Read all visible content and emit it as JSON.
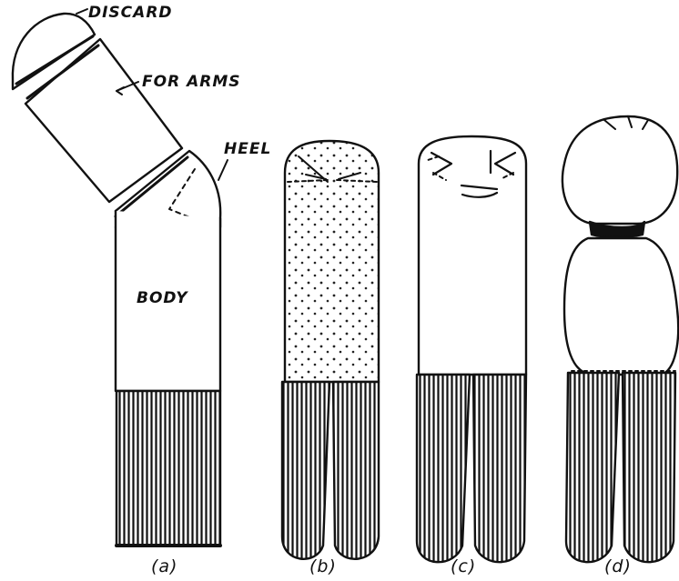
{
  "labels": {
    "discard": "DISCARD",
    "for_arms": "FOR ARMS",
    "heel": "HEEL",
    "body": "BODY"
  },
  "captions": {
    "a": "(a)",
    "b": "(b)",
    "c": "(c)",
    "d": "(d)"
  },
  "colors": {
    "ink": "#111111",
    "paper": "#ffffff"
  }
}
